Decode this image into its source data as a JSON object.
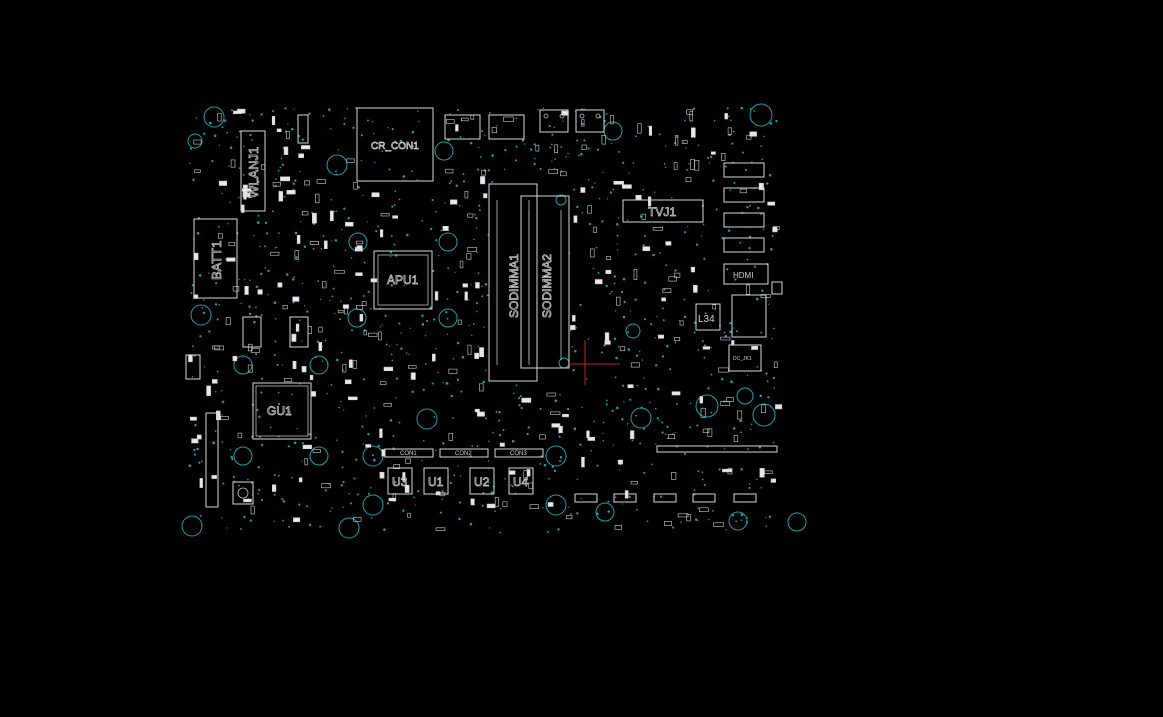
{
  "labels": {
    "wlan": "WLANJ1",
    "cr_con": "CR_CON1",
    "batt": "BATT1",
    "apu": "APU1",
    "gu": "GU1",
    "sodimm1": "SODIMMA1",
    "sodimm2": "SODIMMA2",
    "tvj": "TVJ1",
    "hdmi": "HDMI",
    "l34": "L34",
    "dc_jack": "DC_JK1",
    "con1": "CON1",
    "con2": "CON2",
    "con3": "CON3",
    "u3": "U3",
    "u1": "U1",
    "u2": "U2",
    "u4": "U4"
  },
  "colors": {
    "background": "#000000",
    "outline": "#d9d9d9",
    "mount_hole": "#1f9fae",
    "via": "#1fa3b3",
    "marker": "#ff2a2a"
  }
}
